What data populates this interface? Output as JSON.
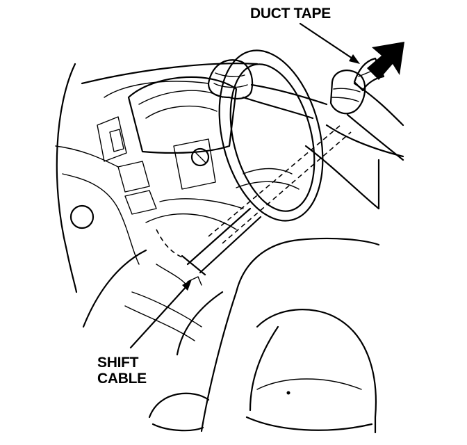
{
  "labels": {
    "duct_tape": "DUCT TAPE",
    "shift_cable_line1": "SHIFT",
    "shift_cable_line2": "CABLE"
  }
}
